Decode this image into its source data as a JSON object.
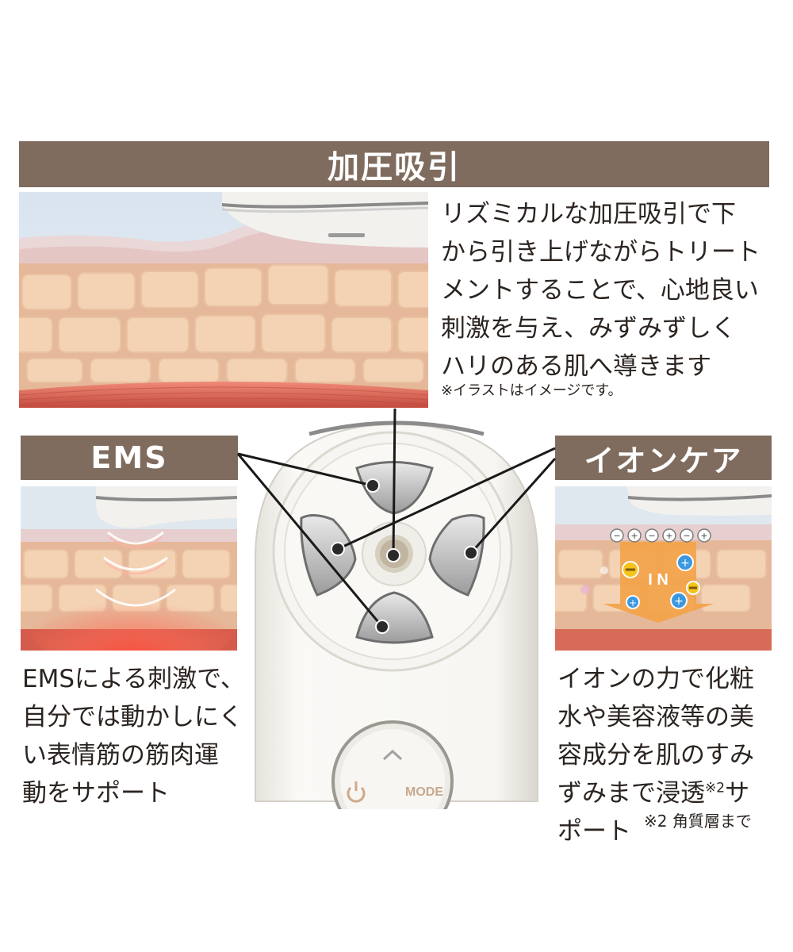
{
  "sections": {
    "top": {
      "title": "加圧吸引",
      "body": "リズミカルな加圧吸引で下\nから引き上げながらトリート\nメントすることで、心地良い\n刺激を与え、みずみずしく\nハリのある肌へ導きます",
      "note": "※イラストはイメージです。"
    },
    "left": {
      "title": "EMS",
      "body": "EMSによる刺激で、\n自分では動かしにく\nい表情筋の筋肉運\n動をサポート"
    },
    "right": {
      "title": "イオンケア",
      "body_main": "イオンの力で化粧\n水や美容液等の美\n容成分を肌のすみ\nずみまで浸透",
      "body_sup": "※2",
      "body_tail": "サ\nポート",
      "note": "※2 角質層まで"
    }
  },
  "ion_illustration": {
    "label": "I N",
    "charges": [
      "−",
      "+",
      "−",
      "+",
      "−",
      "+"
    ]
  },
  "device": {
    "up_symbol": "^",
    "mode_label": "MODE"
  },
  "colors": {
    "banner": "#7f6c5e",
    "text": "#2b2420",
    "skin": "#f0c9a8",
    "muscle": "#e07060",
    "ems_glow": "#ff4a3a",
    "ion_arrow": "#f3a041",
    "ion_positive": "#3b98e0",
    "ion_negative": "#f5c31a"
  }
}
